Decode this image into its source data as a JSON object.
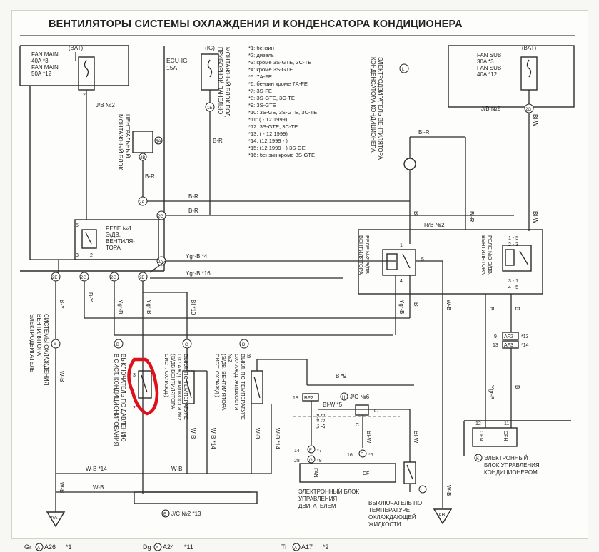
{
  "title": "ВЕНТИЛЯТОРЫ СИСТЕМЫ ОХЛАЖДЕНИЯ И КОНДЕНСАТОРА КОНДИЦИОНЕРА",
  "fuses": {
    "fan_main": {
      "bat": "(BAT)",
      "line1": "FAN MAIN",
      "line2": "40A *3",
      "line3": "FAN MAIN",
      "line4": "50A *12"
    },
    "ecu_ig": {
      "ig": "(IG)",
      "line1": "ECU-IG",
      "line2": "15A"
    },
    "fan_sub": {
      "bat": "(BAT)",
      "line1": "FAN SUB",
      "line2": "30A *3",
      "line3": "FAN SUB",
      "line4": "40A *12"
    }
  },
  "junction_blocks": {
    "jb2_left": "J/B №2",
    "jb2_right": "J/B №2",
    "central_block_line1": "ЦЕНТРАЛЬНЫЙ",
    "central_block_line2": "МОНТАЖНЫЙ БЛОК",
    "panel_block_line1": "МОНТАЖНЫЙ БЛОК ПОД",
    "panel_block_line2": "ПРИБОРНОЙ ПАНЕЛЬЮ",
    "rb2": "R/B №2"
  },
  "notes": [
    "*1: бензин",
    "*2: дизель",
    "*3: кроме 3S-GTE, 3C-TE",
    "*4: кроме 3S-GTE",
    "*5: 7A-FE",
    "*6: бензин кроме 7A-FE",
    "*7: 3S-FE",
    "*8: 3S-GTE, 3C-TE",
    "*9: 3S-GTE",
    "*10: 3S-GE, 3S-GTE, 3C-TE",
    "*11: ( - 12.1999)",
    "*12: 3S-GTE, 3C-TE",
    "*13: ( - 12.1999)",
    "*14: (12.1999 - )",
    "*15: (12.1999 - ) 3S-GE",
    "*16: бензин кроме 3S-GTE"
  ],
  "relays": {
    "relay1": [
      "РЕЛЕ №1",
      "Э/ДВ.",
      "ВЕНТИЛЯ-",
      "ТОРА"
    ],
    "relay2": [
      "РЕЛЕ №2 Э/ДВ.",
      "ВЕНТИЛЯТОРА"
    ],
    "relay3": [
      "РЕЛЕ №3 Э/ДВ.",
      "ВЕНТИЛЯТОРА"
    ]
  },
  "motors": {
    "condenser_fan": [
      "ЭЛЕКТРОДВИГАТЕЛЬ ВЕНТИЛЯТОРА",
      "КОНДЕНСАТОРА КОНДИЦИОНЕРА"
    ],
    "cooling_fan": [
      "ЭЛЕКТРОДВИГАТЕЛЬ",
      "ВЕНТИЛЯТОРА",
      "СИСТЕМЫ ОХЛАЖДЕНИЯ"
    ]
  },
  "switches": {
    "pressure": [
      "ВЫКЛЮЧАТЕЛЬ ПО ДАВЛЕНИЮ",
      "В СИСТ. КОНДИЦИОНИРОВАНИЯ"
    ],
    "temp_no2": [
      "ВЫКЛ. ПО ТЕМПЕРАТУРЕ",
      "ОХЛАЖД. ЖИДКОСТИ №2",
      "(Э/ДВ ВЕНТИЛЯТОРА",
      "СИСТ. ОХЛАЖД.)"
    ],
    "temp_no2b": [
      "ВЫКЛ. ПО ТЕМПЕРАТУРЕ",
      "ОХЛАЖД. ЖИДКОСТИ",
      "№2",
      "(Э/ДВ. ВЕНТИЛЯТОРА",
      "СИСТ. ОХЛАЖД.)"
    ],
    "coolant_temp": [
      "ВЫКЛЮЧАТЕЛЬ ПО",
      "ТЕМПЕРАТУРЕ",
      "ОХЛАЖДАЮЩЕЙ",
      "ЖИДКОСТИ"
    ]
  },
  "ecus": {
    "engine": [
      "ЭЛЕКТРОННЫЙ БЛОК",
      "УПРАВЛЕНИЯ",
      "ДВИГАТЕЛЕМ"
    ],
    "ac": [
      "ЭЛЕКТРОННЫЙ",
      "БЛОК УПРАВЛЕНИЯ",
      "КОНДИЦИОНЕРОМ"
    ],
    "engine_pins": {
      "fan": "FAN",
      "cf": "CF"
    },
    "ac_pins": {
      "cfn": "CFN",
      "cfh": "CFH"
    }
  },
  "connectors": {
    "jc2": "J/C №2 *13",
    "jc6": "J/C №6",
    "aa": "AA",
    "ab": "AB",
    "bf2": "BF2",
    "af2": "AF2",
    "af3": "AF3",
    "af2_note": "*13",
    "af3_note": "*14"
  },
  "wire_labels": {
    "br1": "B-R",
    "br2": "B-R",
    "br3": "B-R",
    "br4": "B-R",
    "b1": "B",
    "bl1": "Bl",
    "blr": "Bl-R",
    "blr2": "Bl-R",
    "blw": "Bl-W",
    "blw2": "Bl-W",
    "ygrb4": "Ygr-B *4",
    "ygrb16": "Ygr-B *16",
    "by": "B-Y",
    "by2": "B-Y",
    "ygrb": "Ygr-B",
    "ygrb2": "Ygr-B",
    "ygrb3": "Ygr-B",
    "bl10": "Bl *10",
    "bl2": "Bl",
    "wb1": "W-B",
    "wb2": "W-B",
    "wb3": "W-B",
    "wb4": "W-B",
    "wb5": "W-B",
    "wb6": "W-B",
    "wb14a": "W-B *14",
    "wb14b": "W-B *14",
    "wb14c": "W-B *14",
    "b9": "B *9",
    "blw5": "Bl-W *5",
    "c": "C",
    "brr": "B-R *7",
    "brr6": "B-R *6",
    "b_right": "B",
    "b_low": "B",
    "b_mid": "B",
    "w_b_r": "W-B"
  },
  "location_letters": {
    "L": "L",
    "A": "A",
    "B": "B",
    "C": "C",
    "D": "D",
    "H": "H",
    "I": "I",
    "K": "K",
    "E": "E"
  },
  "terminal_ids": {
    "e1": "1E",
    "e2": "2E",
    "e3": "2E",
    "e4": "2E",
    "a1": "2A",
    "a2": "2A",
    "g1": "2G",
    "g2": "2G",
    "g3": "2G",
    "g4": "2G",
    "a5": "5A",
    "b4": "4B",
    "f1": "F",
    "f2": "F",
    "g_e": "G"
  },
  "legend": [
    {
      "prefix": "Gr",
      "code": "A26",
      "note": "*1"
    },
    {
      "prefix": "Dg",
      "code": "A24",
      "note": "*11"
    },
    {
      "prefix": "Tr",
      "code": "A17",
      "note": "*2"
    }
  ],
  "legend_circle": "A"
}
